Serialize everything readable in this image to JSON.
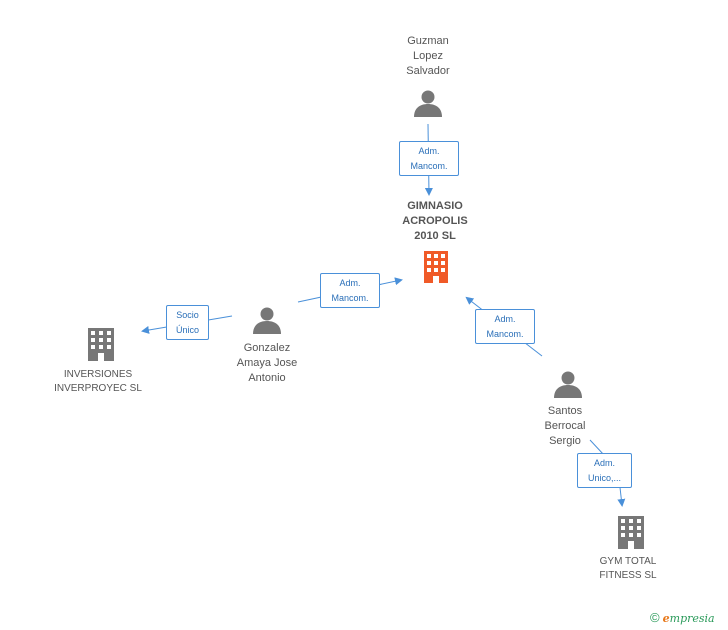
{
  "nodes": {
    "guzman": {
      "name": "Guzman\nLopez\nSalvador",
      "type": "person"
    },
    "gimnasio": {
      "name": "GIMNASIO\nACROPOLIS\n2010 SL",
      "type": "company-main"
    },
    "gonzalez": {
      "name": "Gonzalez\nAmaya Jose\nAntonio",
      "type": "person"
    },
    "inversiones": {
      "name": "INVERSIONES\nINVERPROYEC SL",
      "type": "company"
    },
    "santos": {
      "name": "Santos\nBerrocal\nSergio",
      "type": "person"
    },
    "gym": {
      "name": "GYM TOTAL\nFITNESS  SL",
      "type": "company"
    }
  },
  "edges": {
    "guzman_gimnasio": "Adm.\nMancom.",
    "gonzalez_gimnasio": "Adm.\nMancom.",
    "gonzalez_inversiones": "Socio\nÚnico",
    "santos_gimnasio": "Adm.\nMancom.",
    "santos_gym": "Adm.\nUnico,..."
  },
  "colors": {
    "edge": "#4a90d9",
    "person_icon": "#777777",
    "company_icon": "#777777",
    "main_company_icon": "#f05a28"
  },
  "footer": {
    "copyright": "©",
    "brand_e": "e",
    "brand_rest": "mpresia"
  }
}
